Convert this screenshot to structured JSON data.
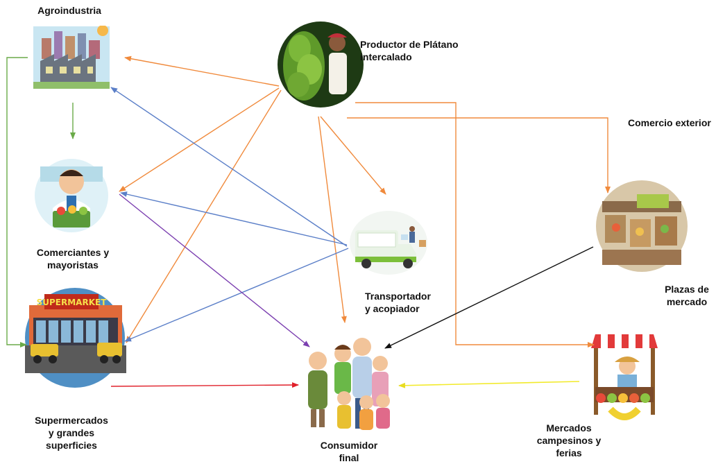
{
  "nodes": {
    "agroindustria": {
      "label": "Agroindustria",
      "icon": "factory-icon"
    },
    "productor": {
      "label_lines": [
        "Productor de Plátano",
        "intercalado"
      ],
      "icon": "banana-farmer-icon"
    },
    "comercio_exterior": {
      "label": "Comercio exterior"
    },
    "comerciantes": {
      "label_lines": [
        "Comerciantes y",
        "mayoristas"
      ],
      "icon": "shopkeeper-icon"
    },
    "transportador": {
      "label_lines": [
        "Transportador",
        "y acopiador"
      ],
      "icon": "delivery-truck-icon"
    },
    "plazas": {
      "label_lines": [
        "Plazas de",
        "mercado"
      ],
      "icon": "market-square-icon"
    },
    "supermercados": {
      "label_lines": [
        "Supermercados",
        "y grandes",
        "superficies"
      ],
      "icon": "supermarket-icon"
    },
    "consumidor": {
      "label_lines": [
        "Consumidor",
        "final"
      ],
      "icon": "family-icon"
    },
    "mercados_campesinos": {
      "label_lines": [
        "Mercados",
        "campesinos y",
        "ferias"
      ],
      "icon": "market-stall-icon"
    }
  },
  "colors": {
    "productor_flow": "#f08a3c",
    "transportador_flow": "#5b7fc8",
    "agroindustria_flow": "#6aaa48",
    "comerciantes_flow": "#7b3fb0",
    "supermercados_flow": "#e0202a",
    "plazas_flow": "#111111",
    "mercados_flow": "#f2ea2a"
  }
}
